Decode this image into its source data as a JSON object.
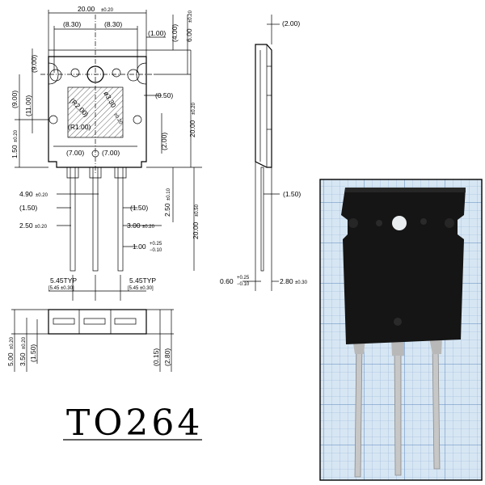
{
  "title": "TO264",
  "dimensions": {
    "width_total": "20.00",
    "width_total_tol": "±0.20",
    "left_half": "(8.30)",
    "right_half": "(8.30)",
    "top_notch": "(1.00)",
    "top_a": "(4.00)",
    "top_b": "6.00",
    "top_b_tol": "±0.20",
    "side_thk": "(2.00)",
    "left_9a": "(9.00)",
    "left_9b": "(9.00)",
    "left_11": "(11.00)",
    "left_150": "1.50",
    "left_150_tol": "±0.20",
    "r200": "(R2.00)",
    "r100": "(R1.00)",
    "hole_dia": "ø3.30",
    "hole_dia_tol": "±0.20",
    "r050": "(0.50)",
    "r200b": "(2.00)",
    "height_body": "20.00",
    "height_body_tol": "±0.20",
    "bottom_700a": "(7.00)",
    "bottom_700b": "(7.00)",
    "lead_490": "4.90",
    "lead_490_tol": "±0.20",
    "lead_150a": "(1.50)",
    "lead_150b": "(1.50)",
    "lead_250": "2.50",
    "lead_250_tol": "±0.20",
    "lead_300": "3.00",
    "lead_300_tol": "±0.20",
    "lead_250v": "2.50",
    "lead_250v_tol": "±0.10",
    "lead_100": "1.00",
    "lead_100_tp": "+0.25",
    "lead_100_tn": "−0.10",
    "lead_len": "20.00",
    "lead_len_tol": "±0.50",
    "side_150": "(1.50)",
    "side_060": "0.60",
    "side_060_tp": "+0.25",
    "side_060_tn": "−0.10",
    "side_280": "2.80",
    "side_280_tol": "±0.30",
    "pitch_a": "5.45TYP",
    "pitch_a2": "[5.45 ±0.30]",
    "pitch_b": "5.45TYP",
    "pitch_b2": "[5.45 ±0.30]",
    "bot_500": "5.00",
    "bot_500_tol": "±0.20",
    "bot_350": "3.50",
    "bot_350_tol": "±0.20",
    "bot_150": "(1.50)",
    "bot_015": "(0.15)",
    "bot_280": "(2.80)"
  },
  "colors": {
    "ink": "#000000",
    "grid_bg": "#d7e6f3",
    "grid_line": "#7aa4cf",
    "body": "#141414",
    "lead": "#c7c7c7"
  }
}
